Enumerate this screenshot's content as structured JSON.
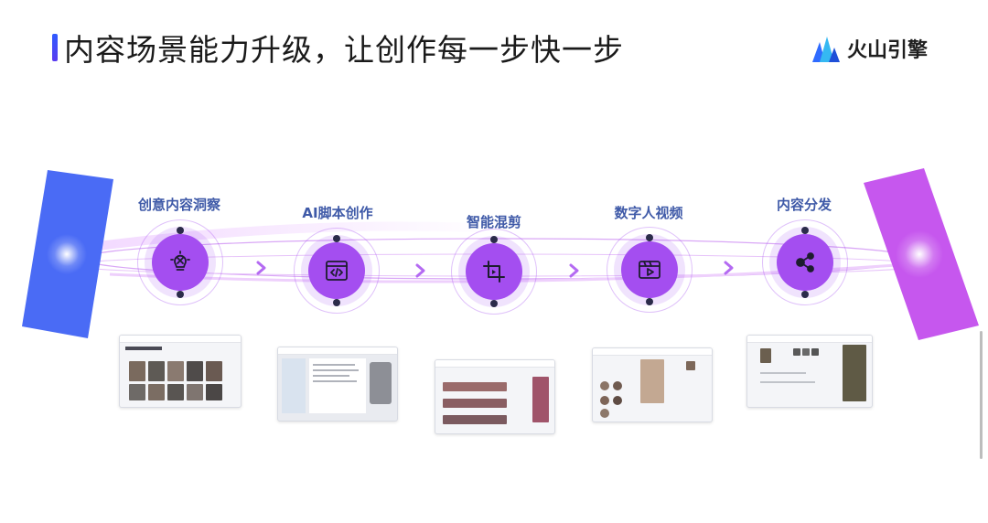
{
  "header": {
    "title": "内容场景能力升级，让创作每一步快一步",
    "brand": "火山引擎",
    "brand_color": "#2f6bff"
  },
  "steps": [
    {
      "label": "创意内容洞察",
      "icon": "lightbulb-icon"
    },
    {
      "label": "AI脚本创作",
      "icon": "code-window-icon"
    },
    {
      "label": "智能混剪",
      "icon": "crop-icon"
    },
    {
      "label": "数字人视频",
      "icon": "video-play-icon"
    },
    {
      "label": "内容分发",
      "icon": "share-icon"
    }
  ],
  "colors": {
    "step_purple": "#a44ef0",
    "left_panel": "#4a6bf5",
    "right_panel": "#c657ee",
    "label_blue": "#3f5aa8"
  }
}
